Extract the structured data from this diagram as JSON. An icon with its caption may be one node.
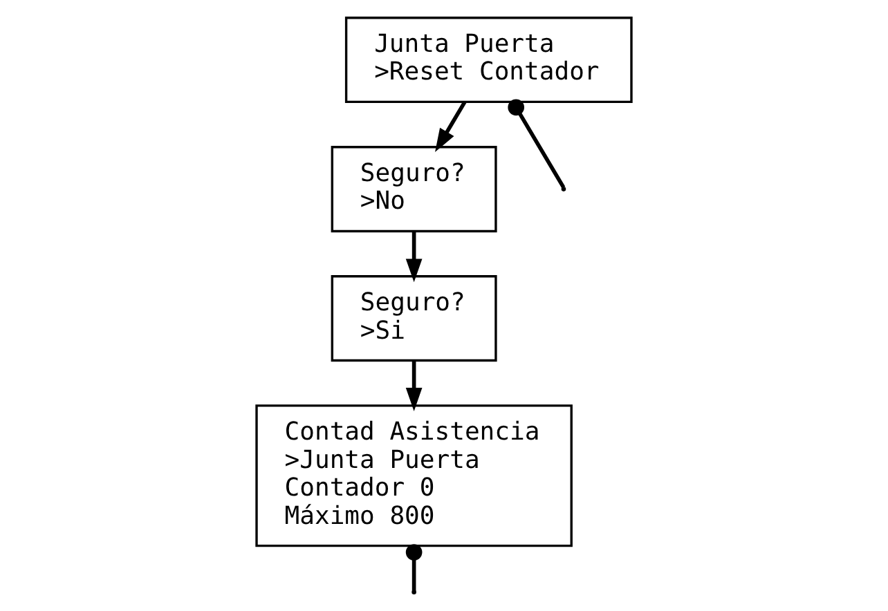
{
  "diagram": {
    "nodes": [
      {
        "text": [
          "Junta Puerta",
          ">Reset Contador"
        ]
      },
      {
        "text": [
          "Seguro?",
          ">No"
        ]
      },
      {
        "text": [
          "Seguro?",
          ">Si"
        ]
      },
      {
        "text": [
          "Contad Asistencia",
          ">Junta Puerta",
          "Contador 0",
          "Máximo 800"
        ]
      }
    ],
    "edges": [
      {
        "from": 0,
        "to": null,
        "arrow": "other"
      },
      {
        "from": 0,
        "to": 1,
        "arrow": "to"
      },
      {
        "from": 1,
        "to": 2,
        "arrow": "to"
      },
      {
        "from": 2,
        "to": 3,
        "arrow": "to"
      },
      {
        "from": 3,
        "to": null,
        "arrow": "other"
      }
    ]
  }
}
